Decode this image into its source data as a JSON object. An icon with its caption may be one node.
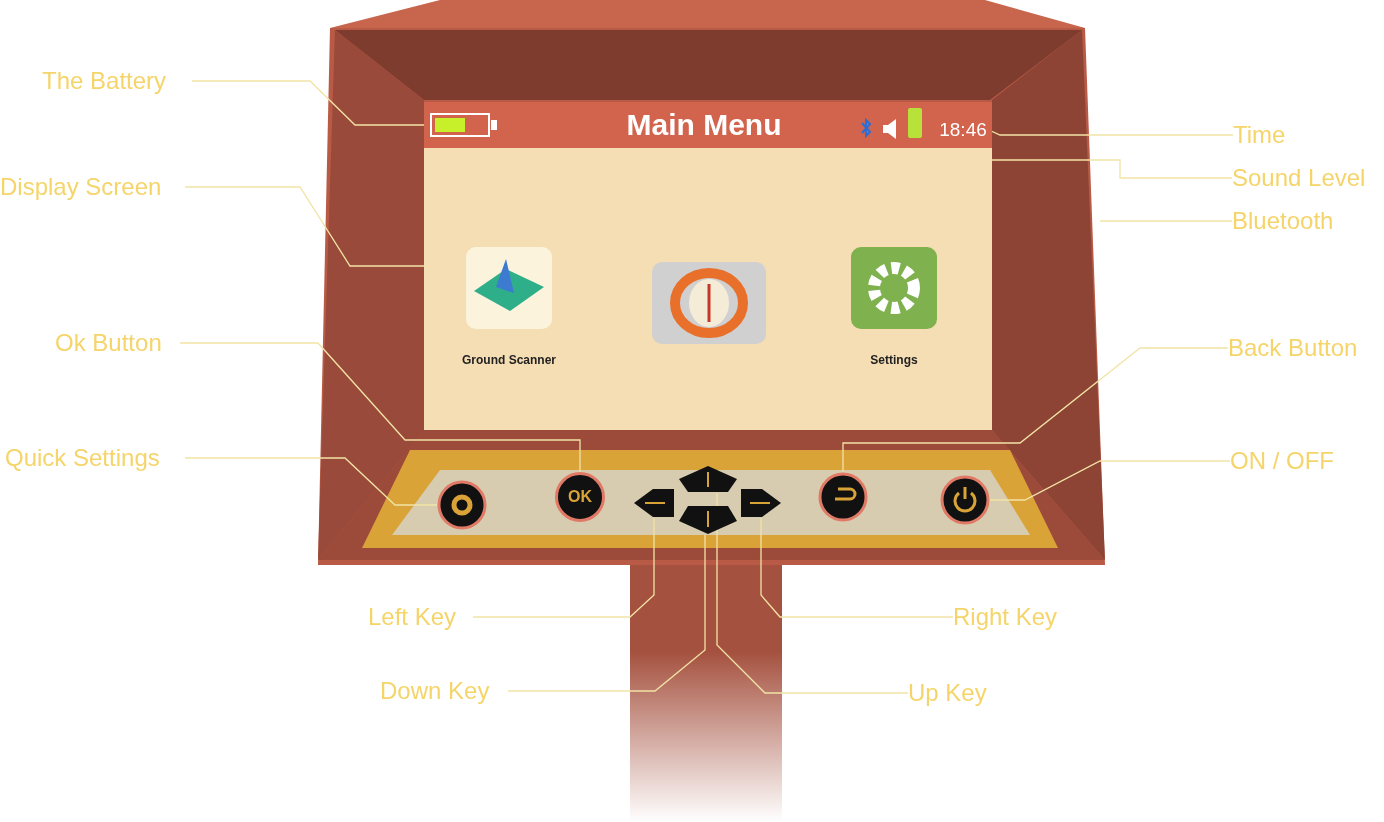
{
  "diagram": {
    "nodes": [
      {
        "text": [
          "The Battery"
        ]
      },
      {
        "text": [
          "Display Screen"
        ]
      },
      {
        "text": [
          "Ok Button"
        ]
      },
      {
        "text": [
          "Quick Settings"
        ]
      },
      {
        "text": [
          "Time"
        ]
      },
      {
        "text": [
          "Sound Level"
        ]
      },
      {
        "text": [
          "Bluetooth"
        ]
      },
      {
        "text": [
          "Back Button"
        ]
      },
      {
        "text": [
          "ON / OFF"
        ]
      },
      {
        "text": [
          "Left Key"
        ]
      },
      {
        "text": [
          "Right Key"
        ]
      },
      {
        "text": [
          "Down Key"
        ]
      },
      {
        "text": [
          "Up Key"
        ]
      },
      {
        "text": [],
        "shape": "box"
      },
      {
        "text": [
          "Main Menu"
        ],
        "in": 13
      },
      {
        "text": [],
        "shape": "picture",
        "in": 14
      },
      {
        "text": [],
        "shape": "picture",
        "in": 14
      },
      {
        "text": [
          "18:46"
        ],
        "in": 14
      },
      {
        "text": [
          "Ground Scanner"
        ],
        "in": 13
      },
      {
        "text": [],
        "shape": "picture",
        "in": 13
      },
      {
        "text": [
          "Settings"
        ],
        "in": 13
      },
      {
        "text": [],
        "shape": "circle"
      },
      {
        "text": [
          "OK"
        ]
      },
      {
        "text": [],
        "shape": "box"
      },
      {
        "text": [],
        "shape": "box"
      },
      {
        "text": [],
        "shape": "box"
      },
      {
        "text": [],
        "shape": "box"
      },
      {
        "text": [],
        "shape": "circle"
      },
      {
        "text": [],
        "shape": "circle"
      }
    ],
    "edges": [
      {
        "from": 0,
        "to": 15,
        "arrow": "none"
      },
      {
        "from": 1,
        "to": 13,
        "arrow": "none"
      },
      {
        "from": 2,
        "to": 22,
        "arrow": "none"
      },
      {
        "from": 3,
        "to": 21,
        "arrow": "none"
      },
      {
        "from": 4,
        "to": 17,
        "arrow": "none"
      },
      {
        "from": 5,
        "to": 16,
        "arrow": "none"
      },
      {
        "from": 6,
        "to": null,
        "arrow": "none"
      },
      {
        "from": 7,
        "to": 27,
        "arrow": "none"
      },
      {
        "from": 8,
        "to": 28,
        "arrow": "none"
      },
      {
        "from": 9,
        "to": 24,
        "arrow": "none"
      },
      {
        "from": 10,
        "to": 25,
        "arrow": "none"
      },
      {
        "from": 11,
        "to": 26,
        "arrow": "none"
      },
      {
        "from": 12,
        "to": 23,
        "arrow": "none"
      }
    ]
  }
}
